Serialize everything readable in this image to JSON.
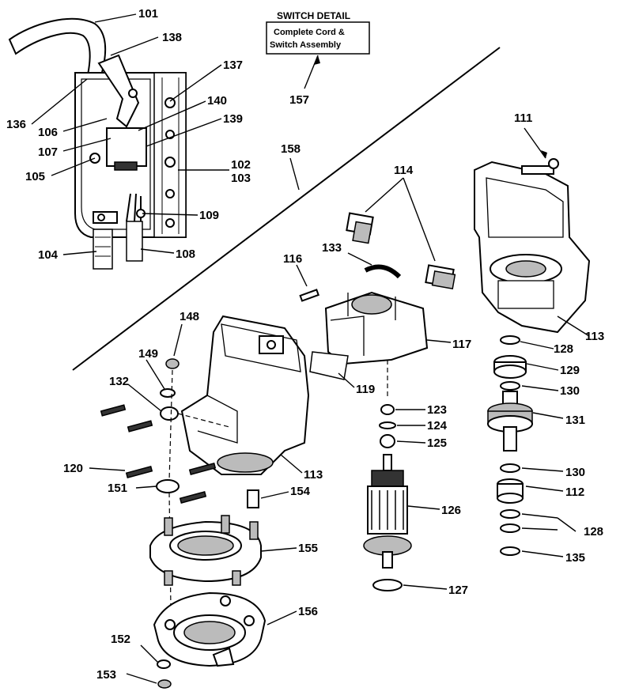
{
  "switch_detail": {
    "title": "SWITCH DETAIL",
    "line1": "Complete Cord &",
    "line2": "Switch Assembly"
  },
  "labels": {
    "p101": "101",
    "p138": "138",
    "p137": "137",
    "p140": "140",
    "p139": "139",
    "p136": "136",
    "p106": "106",
    "p107": "107",
    "p105": "105",
    "p102": "102",
    "p103": "103",
    "p109": "109",
    "p104": "104",
    "p108": "108",
    "p157": "157",
    "p158": "158",
    "p111": "111",
    "p114": "114",
    "p116": "116",
    "p133": "133",
    "p148": "148",
    "p149": "149",
    "p132": "132",
    "p117": "117",
    "p119": "119",
    "p113a": "113",
    "p113b": "113",
    "p128a": "128",
    "p129": "129",
    "p130a": "130",
    "p123": "123",
    "p124": "124",
    "p125": "125",
    "p131": "131",
    "p120": "120",
    "p151": "151",
    "p154": "154",
    "p130b": "130",
    "p112": "112",
    "p126": "126",
    "p128b": "128",
    "p155": "155",
    "p135": "135",
    "p127": "127",
    "p156": "156",
    "p152": "152",
    "p153": "153"
  }
}
